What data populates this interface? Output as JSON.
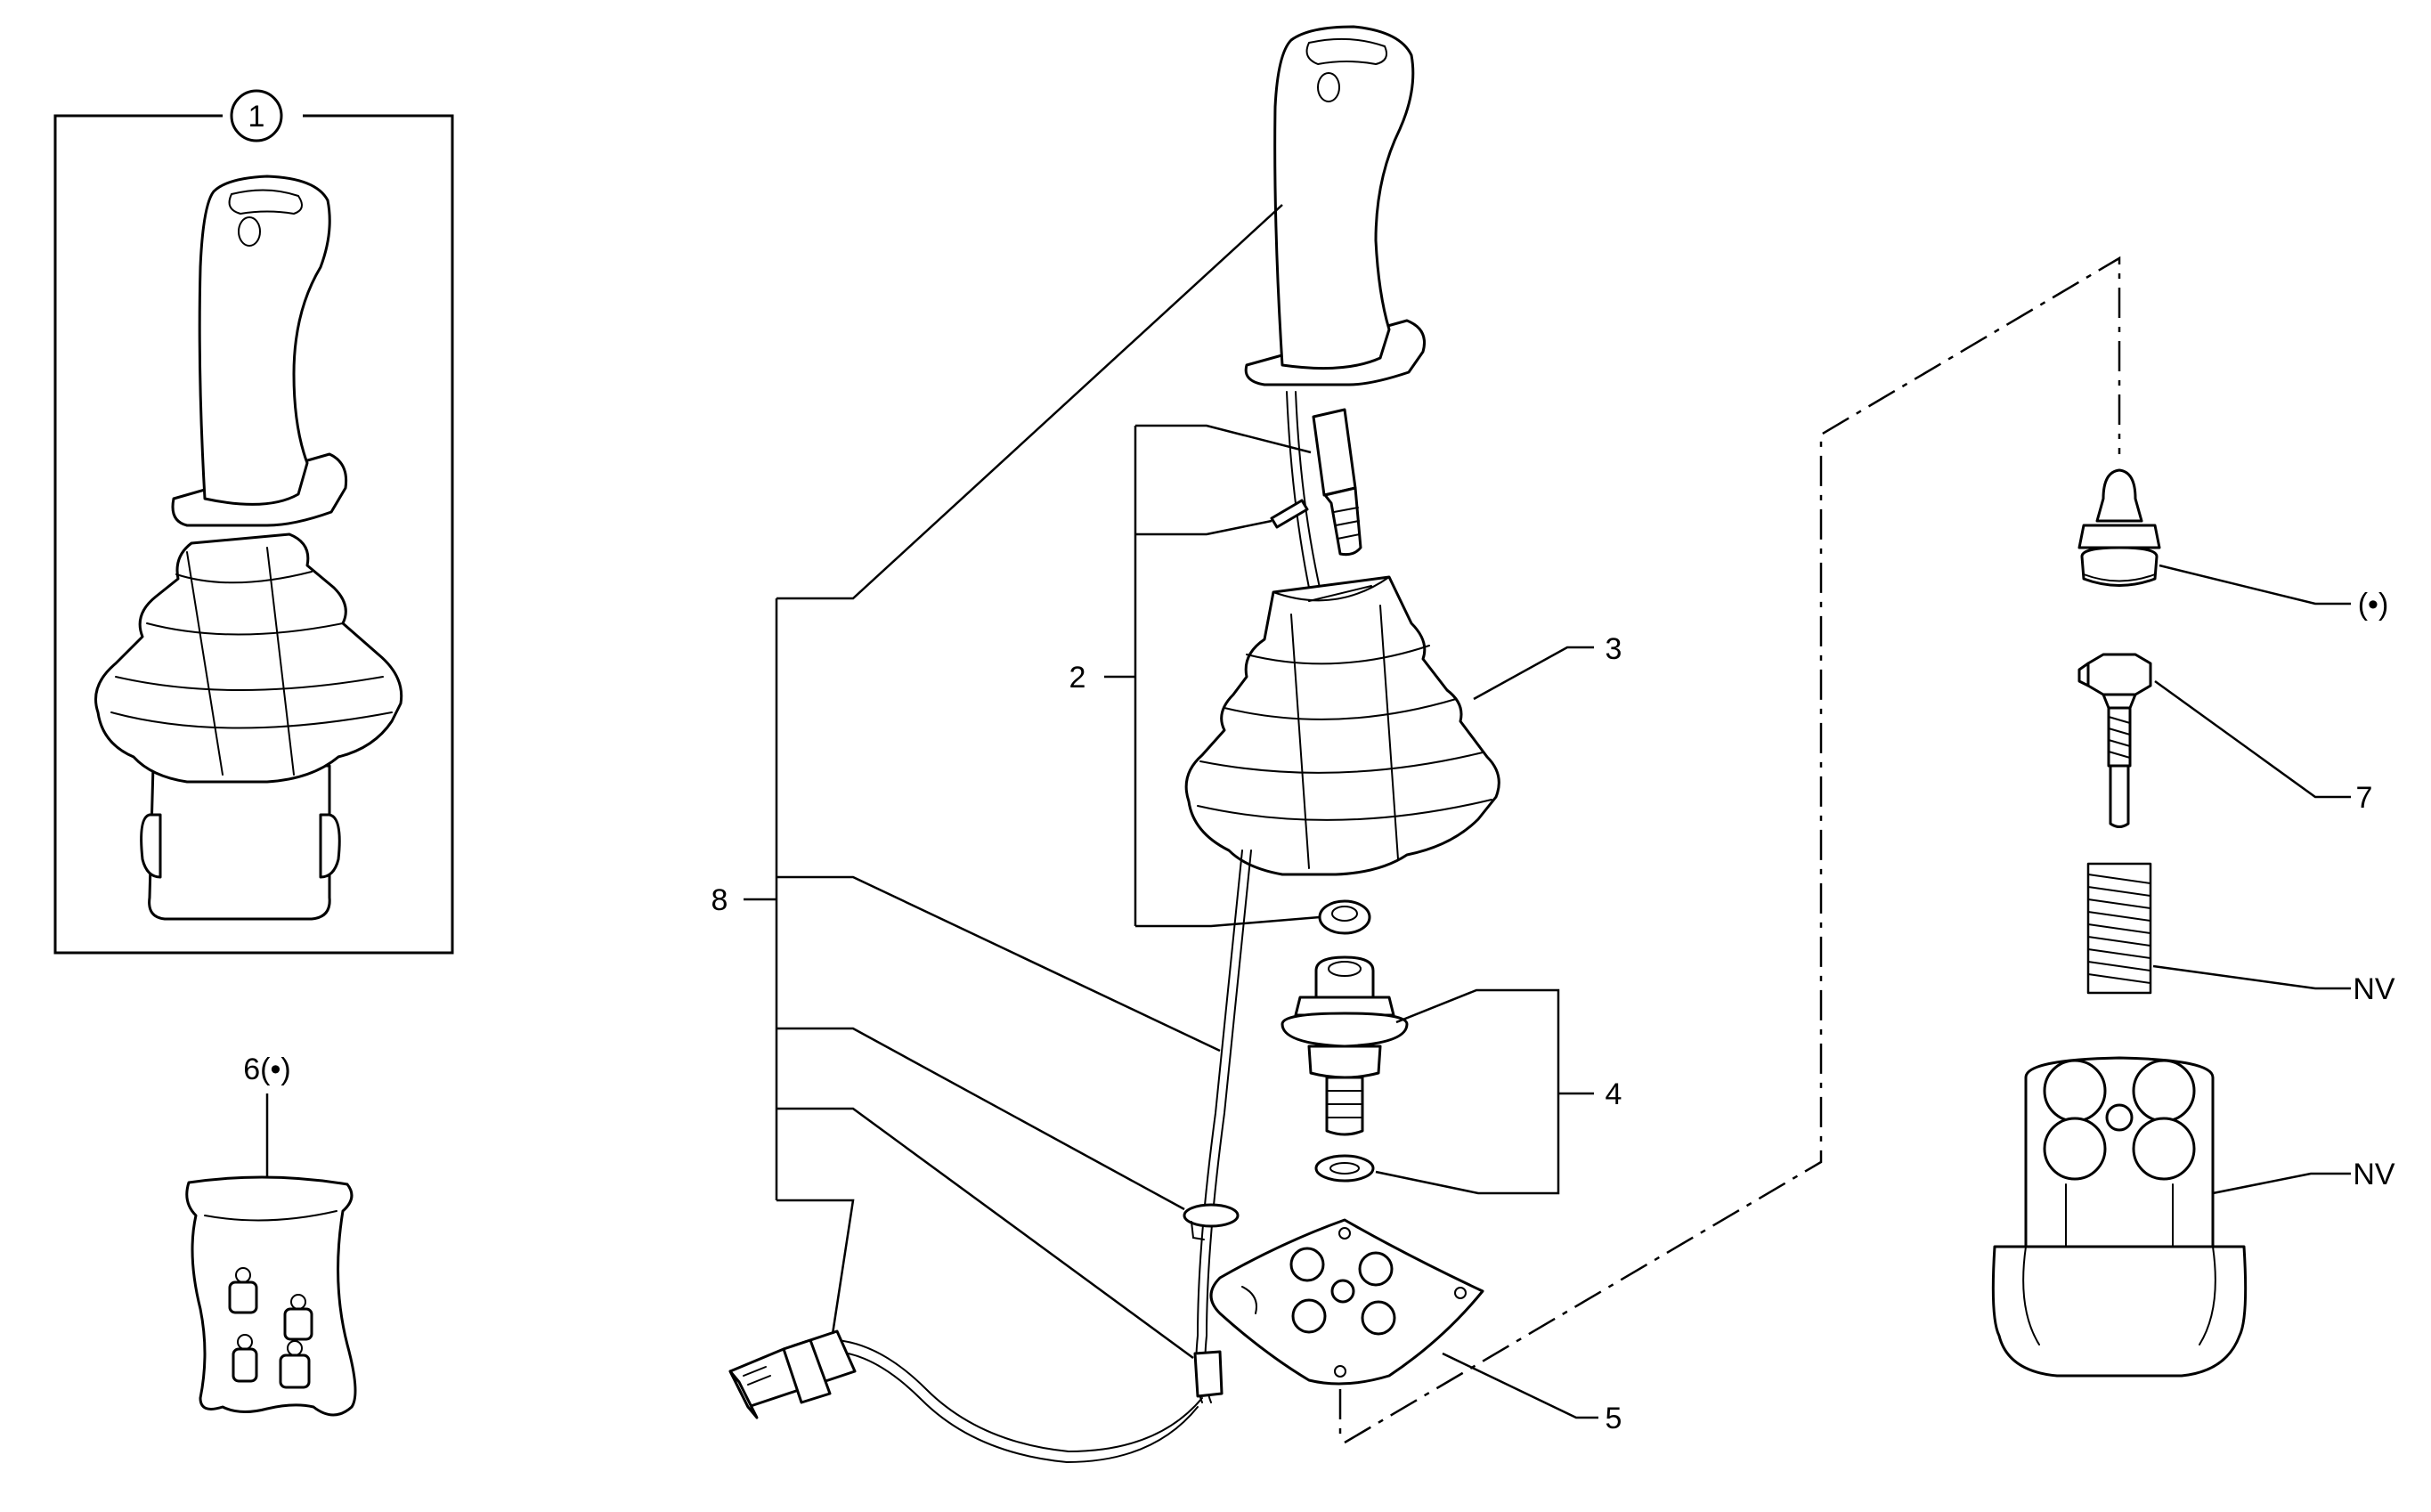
{
  "callouts": {
    "c1": "1",
    "c2": "2",
    "c3": "3",
    "c4": "4",
    "c5": "5",
    "c6": "6(•)",
    "c7": "7",
    "c8": "8",
    "bullet": "(•)",
    "nv1": "NV",
    "nv2": "NV"
  },
  "colors": {
    "line": "#000000",
    "background": "#ffffff"
  }
}
